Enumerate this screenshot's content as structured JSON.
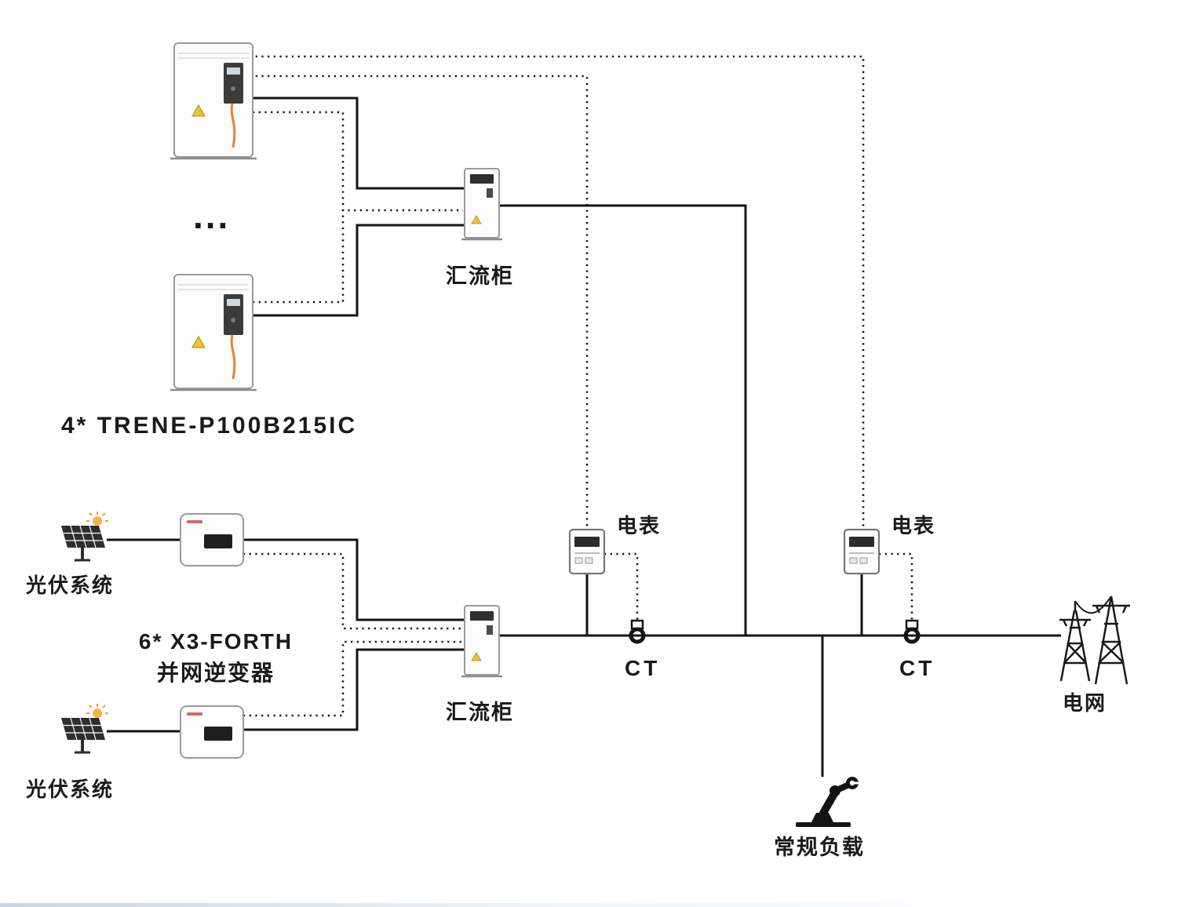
{
  "diagram": {
    "labels": {
      "battery_model": "4* TRENE-P100B215IC",
      "ellipsis": "...",
      "combiner1": "汇流柜",
      "combiner2": "汇流柜",
      "pv1": "光伏系统",
      "pv2": "光伏系统",
      "inverter_model": "6* X3-FORTH",
      "inverter_type": "并网逆变器",
      "meter1": "电表",
      "meter2": "电表",
      "ct1": "CT",
      "ct2": "CT",
      "grid": "电网",
      "load": "常规负载"
    },
    "colors": {
      "line": "#141414",
      "text": "#1a1a1a",
      "cabinet_stroke": "#9a9a9a",
      "accent_orange": "#e8832e",
      "warning_yellow": "#f2c12e",
      "display_dark": "#2f2f2f",
      "bottom_strip_blue": "#b9cfe8"
    }
  }
}
